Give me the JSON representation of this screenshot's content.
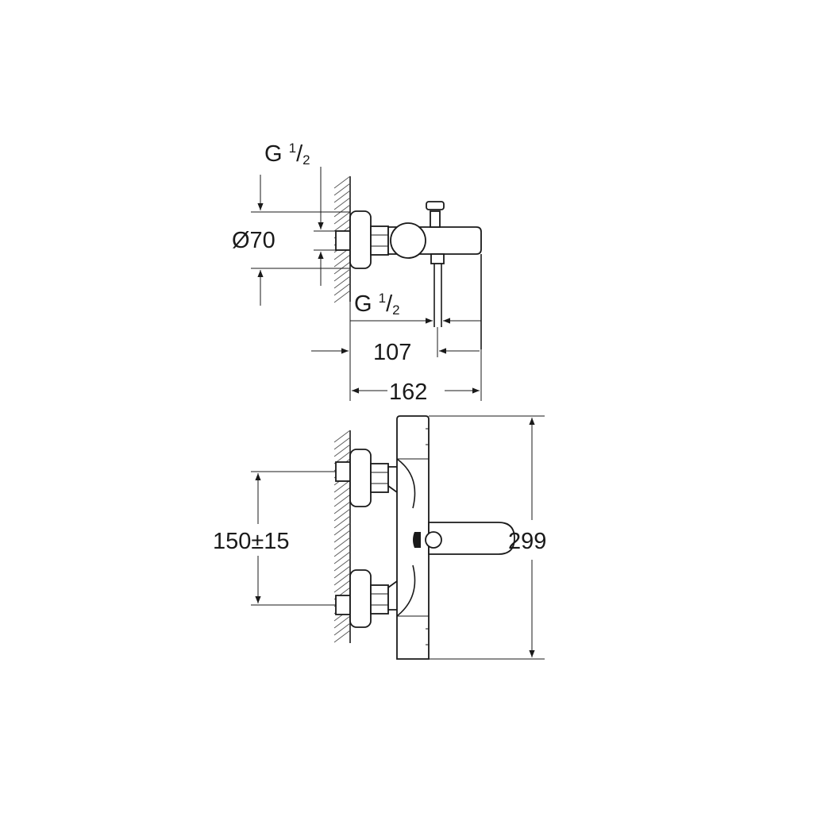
{
  "dimensions": {
    "thread_inlet": {
      "main": "G ",
      "num": "1",
      "slash": "/",
      "den": "2"
    },
    "diameter": "Ø70",
    "thread_outlet": {
      "main": "G ",
      "num": "1",
      "slash": "/",
      "den": "2"
    },
    "depth_to_spout": "107",
    "total_depth": "162",
    "inlet_spacing": "150±15",
    "total_height": "299"
  },
  "colors": {
    "line": "#1a1a1a",
    "background": "#ffffff"
  }
}
